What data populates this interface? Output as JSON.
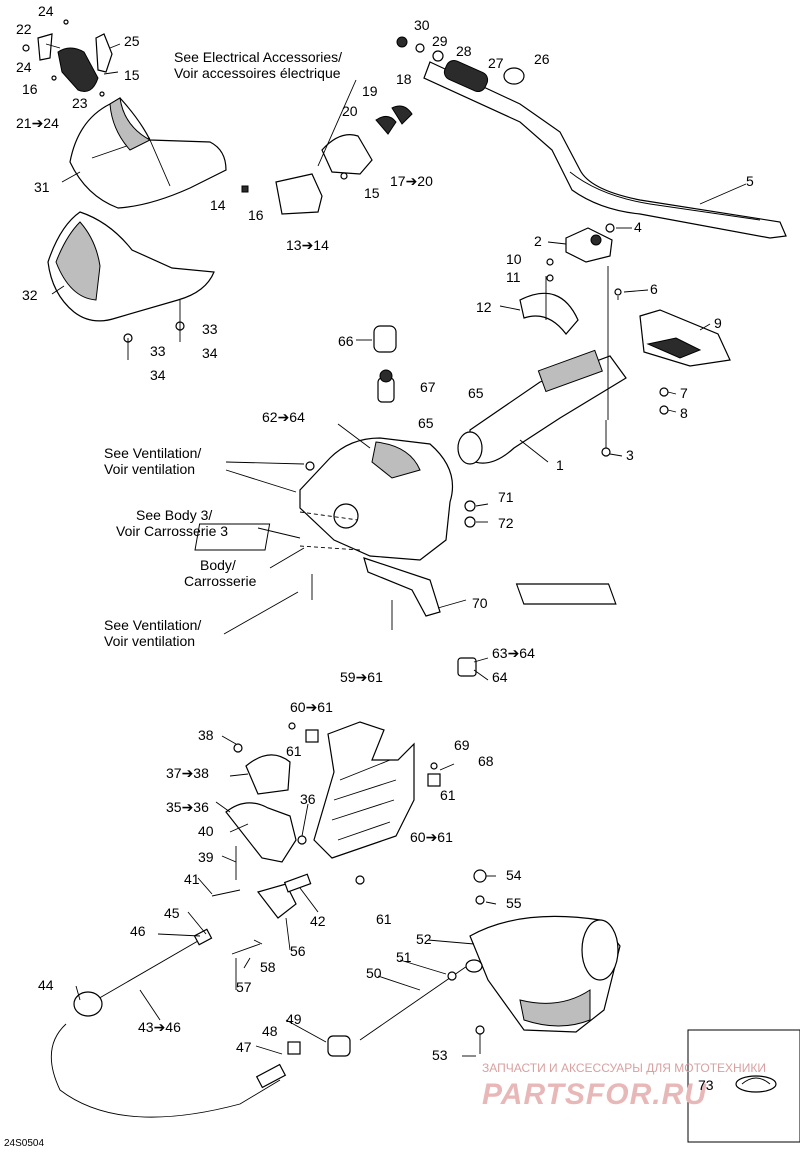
{
  "diagram_code": "24S0504",
  "callouts": {
    "c24a": "24",
    "c25": "25",
    "c22": "22",
    "c24b": "24",
    "c15a": "15",
    "c16a": "16",
    "c23": "23",
    "c21": "21➔24",
    "c31": "31",
    "c32": "32",
    "c33a": "33",
    "c33b": "33",
    "c34a": "34",
    "c34b": "34",
    "c30": "30",
    "c29": "29",
    "c28": "28",
    "c27": "27",
    "c26": "26",
    "c19": "19",
    "c18": "18",
    "c20": "20",
    "c17": "17➔20",
    "c15b": "15",
    "c14": "14",
    "c16b": "16",
    "c13": "13➔14",
    "c5": "5",
    "c4": "4",
    "c2": "2",
    "c10": "10",
    "c11": "11",
    "c6": "6",
    "c12": "12",
    "c9": "9",
    "c66": "66",
    "c67": "67",
    "c65a": "65",
    "c65b": "65",
    "c62": "62➔64",
    "c7": "7",
    "c8": "8",
    "c1": "1",
    "c3": "3",
    "c71": "71",
    "c72": "72",
    "c70": "70",
    "c63": "63➔64",
    "c64": "64",
    "c59": "59➔61",
    "c60a": "60➔61",
    "c61a": "61",
    "c38": "38",
    "c37": "37➔38",
    "c69": "69",
    "c68": "68",
    "c35": "35➔36",
    "c36": "36",
    "c61b": "61",
    "c40": "40",
    "c60b": "60➔61",
    "c39": "39",
    "c41": "41",
    "c42": "42",
    "c61c": "61",
    "c54": "54",
    "c55": "55",
    "c45": "45",
    "c46": "46",
    "c56": "56",
    "c52": "52",
    "c58": "58",
    "c51": "51",
    "c50": "50",
    "c57": "57",
    "c44": "44",
    "c43": "43➔46",
    "c49": "49",
    "c48": "48",
    "c47": "47",
    "c53": "53",
    "c73": "73"
  },
  "references": {
    "elec": [
      "See Electrical Accessories/",
      "Voir accessoires électrique"
    ],
    "vent1": [
      "See Ventilation/",
      "Voir ventilation"
    ],
    "body3": [
      "See Body 3/",
      "Voir Carrosserie 3"
    ],
    "body": [
      "Body/",
      "Carrosserie"
    ],
    "vent2": [
      "See Ventilation/",
      "Voir ventilation"
    ]
  },
  "watermark": {
    "top": "ЗАПЧАСТИ И АКСЕССУАРЫ ДЛЯ МОТОТЕХНИКИ",
    "main": "PARTSFOR.RU"
  }
}
